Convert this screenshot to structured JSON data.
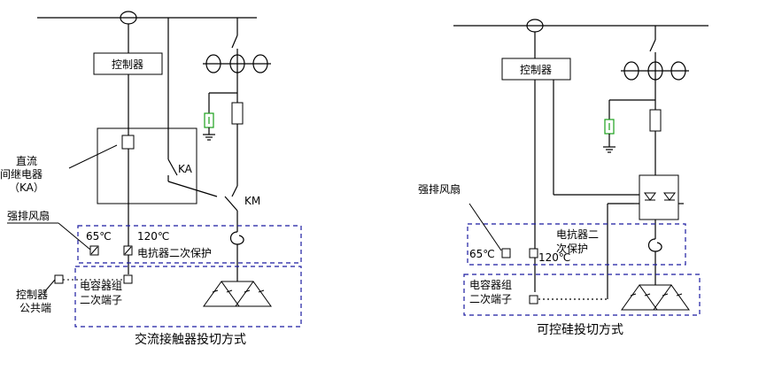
{
  "left": {
    "controller": "控制器",
    "dc_relay_lines": [
      "直流",
      "间继电器",
      "（KA）"
    ],
    "ka": "KA",
    "km": "KM",
    "fan": "强排风扇",
    "temp1": "65℃",
    "temp2": "120℃",
    "reactor_protect": "电抗器二次保护",
    "cap_terminal_lines": [
      "电容器组",
      "二次端子"
    ],
    "controller_common_lines": [
      "控制器",
      "公共端"
    ],
    "title": "交流接触器投切方式"
  },
  "right": {
    "controller": "控制器",
    "fan": "强排风扇",
    "temp1": "65℃",
    "temp2": "120℃",
    "reactor_protect_lines": [
      "电抗器二",
      "次保护"
    ],
    "cap_terminal_lines": [
      "电容器组",
      "二次端子"
    ],
    "title": "可控硅投切方式"
  }
}
